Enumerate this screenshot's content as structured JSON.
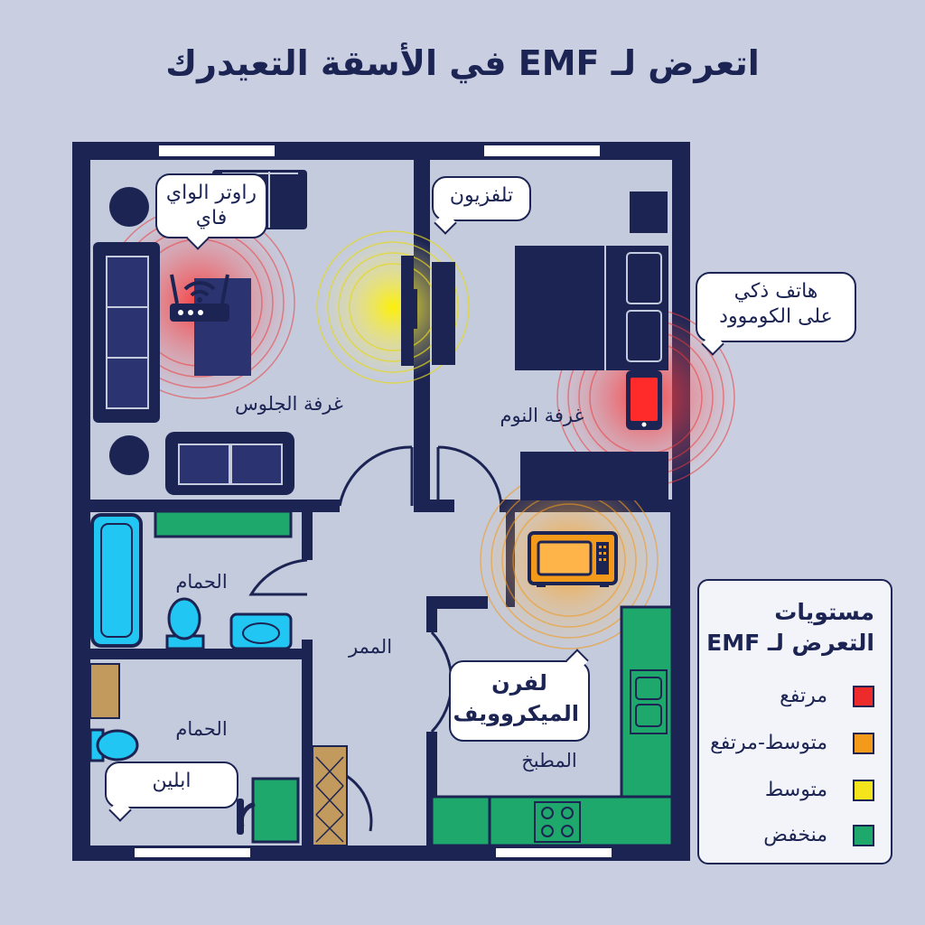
{
  "title": "اتعرض لـ EMF في الأسقة التعيدرك",
  "colors": {
    "high": "#ee2b2b",
    "medium_high": "#f39a1a",
    "medium": "#f4e41c",
    "low": "#1ea86b",
    "wall": "#1c2454",
    "floor": "#c9cfe0",
    "bath_blue": "#22c6f2",
    "wood": "#c29a5e"
  },
  "rooms": {
    "living": "غرفة الجلوس",
    "bedroom": "غرفة النوم",
    "bathroom_1": "الحمام",
    "bathroom_2": "الحمام",
    "hallway": "الممر",
    "kitchen": "المطبخ"
  },
  "callouts": {
    "router": {
      "line1": "راوتر الواي",
      "line2": "فاي"
    },
    "tv": "تلفزيون",
    "phone": {
      "line1": "هاتف ذكي",
      "line2": "على الكوموود"
    },
    "microwave": {
      "line1": "لفرن",
      "line2": "الميكروويف"
    },
    "laptop": "ابلين"
  },
  "legend": {
    "title_line1": "مستويات",
    "title_line2": "التعرض لـ EMF",
    "items": [
      {
        "label": "مرتفع",
        "level": "high"
      },
      {
        "label": "متوسط-مرتفع",
        "level": "medium_high"
      },
      {
        "label": "متوسط",
        "level": "medium"
      },
      {
        "label": "منخفض",
        "level": "low"
      }
    ]
  },
  "icons": [
    "wifi-router-icon",
    "smartphone-icon",
    "microwave-icon",
    "tv-icon",
    "laptop-icon"
  ]
}
